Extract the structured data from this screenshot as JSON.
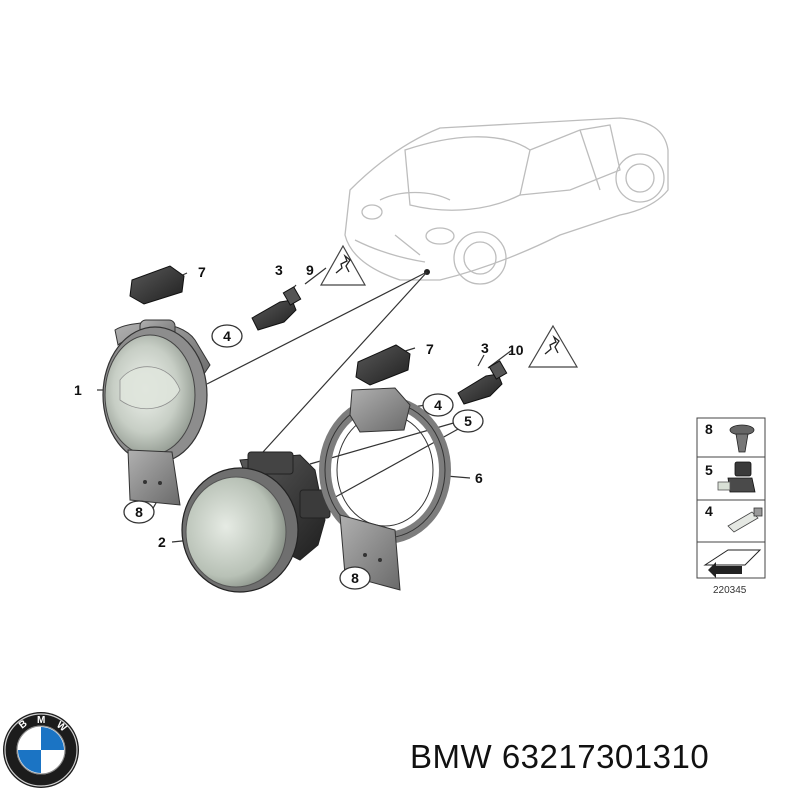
{
  "callouts": {
    "c1": "1",
    "c2": "2",
    "c3a": "3",
    "c3b": "3",
    "c4a": "4",
    "c4b": "4",
    "c5": "5",
    "c6": "6",
    "c7a": "7",
    "c7b": "7",
    "c8a": "8",
    "c8b": "8",
    "c9": "9",
    "c10": "10"
  },
  "legend": {
    "items": [
      "8",
      "5",
      "4"
    ],
    "code": "220345"
  },
  "caption": {
    "brand": "BMW",
    "part_number": "63217301310",
    "text": "BMW 63217301310"
  },
  "logo": {
    "letters": "BMW"
  },
  "colors": {
    "line": "#333333",
    "lens": "#c8cfc6",
    "housing": "#8a8a8a",
    "dark": "#3a3a3a",
    "bmw_blue": "#1b74c4"
  }
}
